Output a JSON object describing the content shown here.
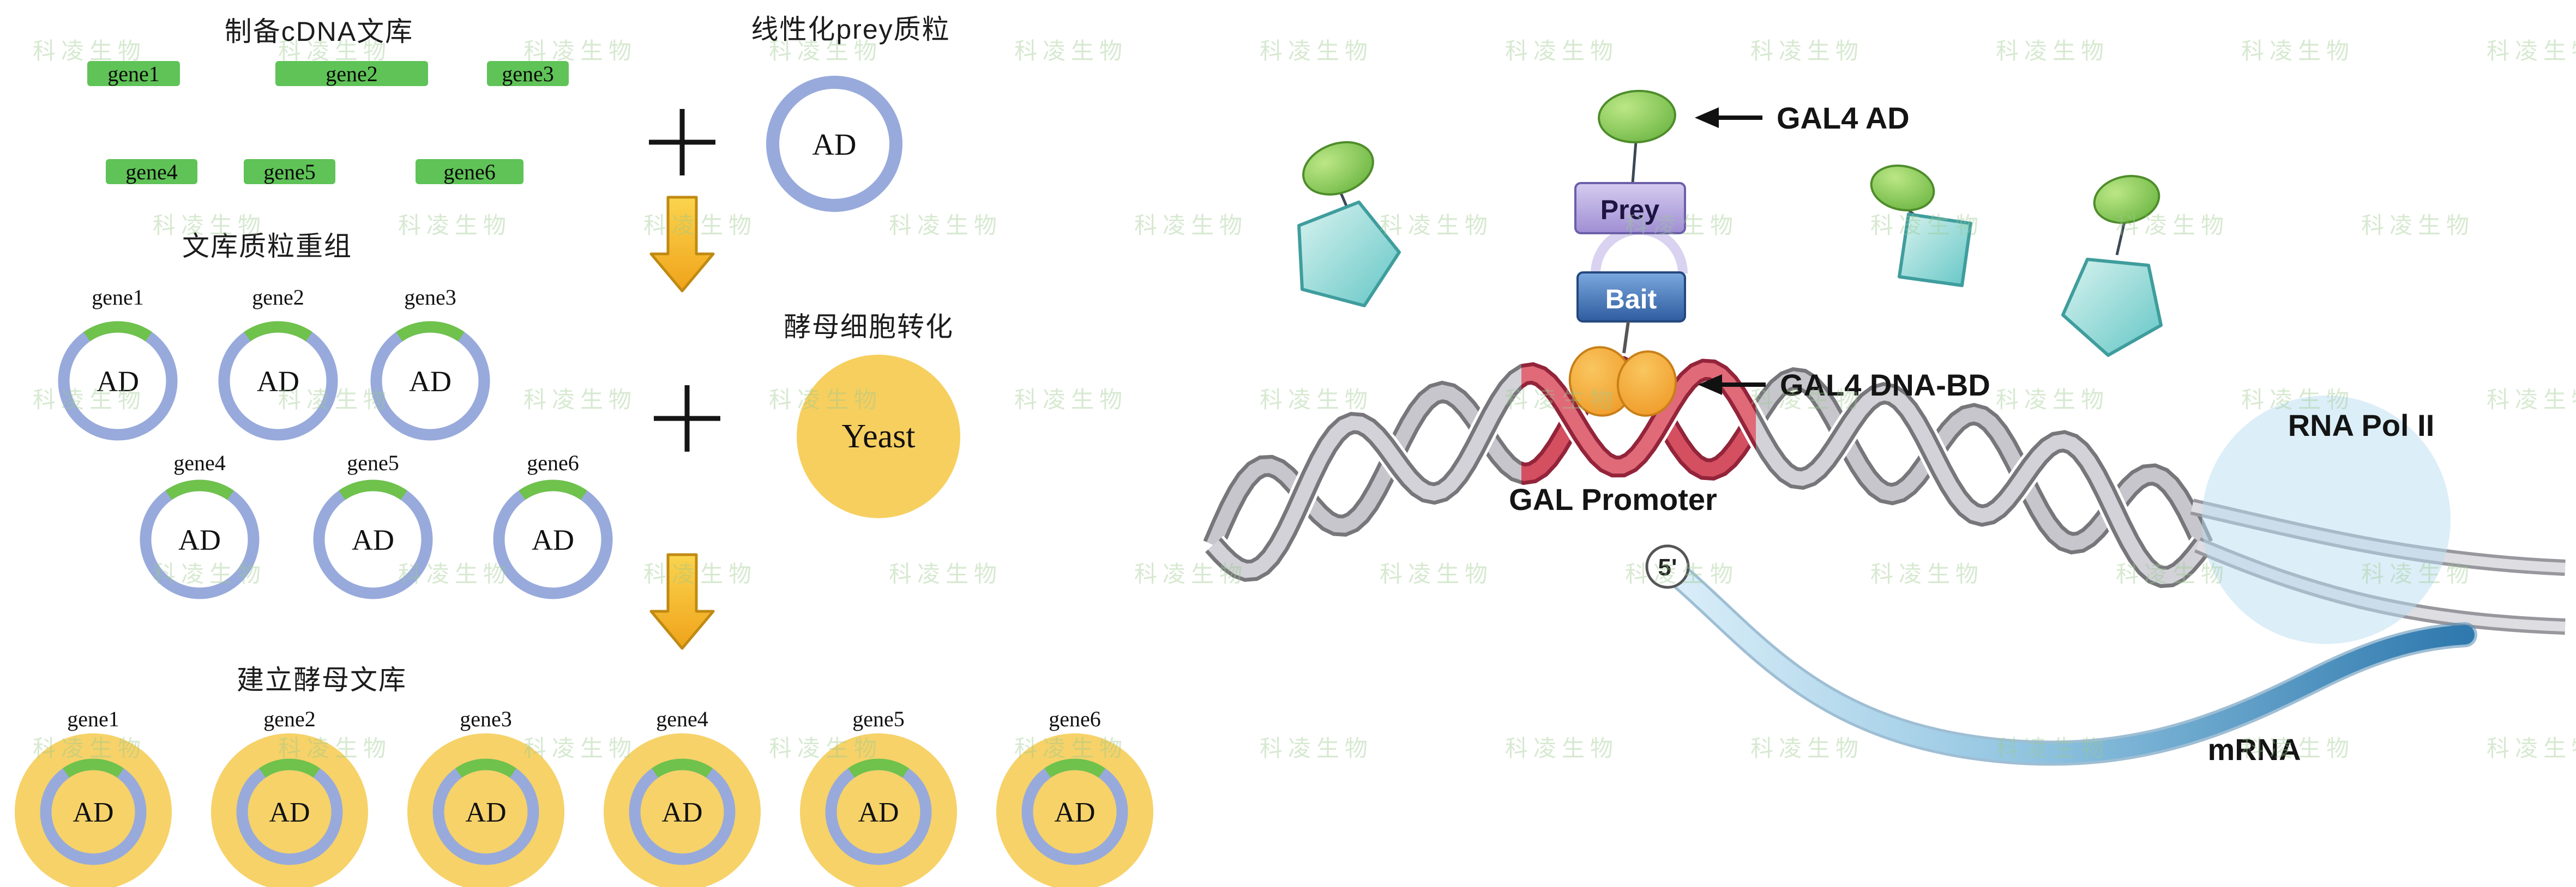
{
  "watermark": {
    "text": "科凌生物",
    "color": "#9cc98f"
  },
  "left": {
    "cdna_title": "制备cDNA文库",
    "recomb_title": "文库质粒重组",
    "yeast_lib_title": "建立酵母文库",
    "genes": [
      "gene1",
      "gene2",
      "gene3",
      "gene4",
      "gene5",
      "gene6"
    ],
    "ad_label": "AD"
  },
  "middle": {
    "prey_title": "线性化prey质粒",
    "transform_title": "酵母细胞转化",
    "ad_label": "AD",
    "yeast_label": "Yeast"
  },
  "right": {
    "gal4_ad": "GAL4 AD",
    "prey": "Prey",
    "bait": "Bait",
    "gal4_bd": "GAL4 DNA-BD",
    "promoter": "GAL Promoter",
    "rna_pol": "RNA Pol II",
    "five_prime": "5'",
    "mrna": "mRNA"
  }
}
